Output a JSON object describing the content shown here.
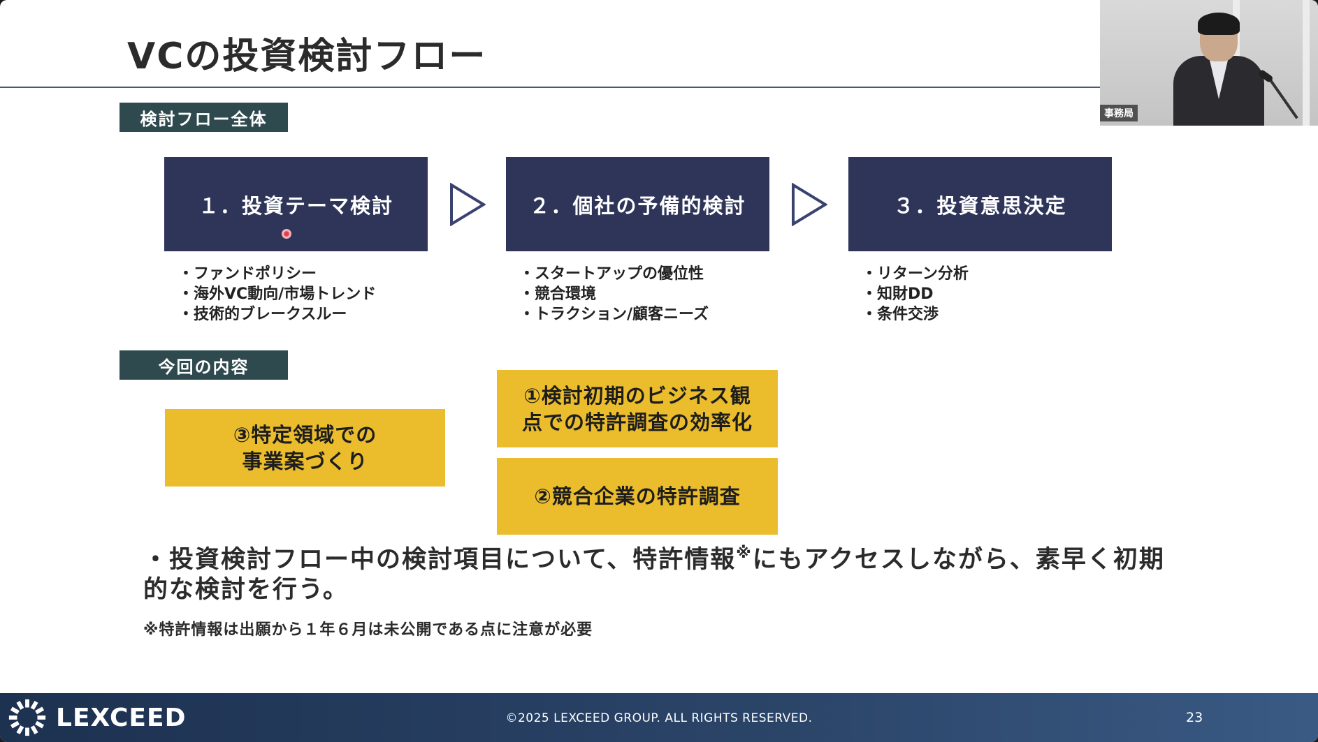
{
  "slide": {
    "title": "VCの投資検討フロー",
    "section1_label": "検討フロー全体",
    "section2_label": "今回の内容",
    "flow": [
      {
        "label": "１．投資テーマ検討",
        "bullets": [
          "ファンドポリシー",
          "海外VC動向/市場トレンド",
          "技術的ブレークスルー"
        ]
      },
      {
        "label": "２．個社の予備的検討",
        "bullets": [
          "スタートアップの優位性",
          "競合環境",
          "トラクション/顧客ニーズ"
        ]
      },
      {
        "label": "３．投資意思決定",
        "bullets": [
          "リターン分析",
          "知財DD",
          "条件交渉"
        ]
      }
    ],
    "content_boxes": {
      "box1": "①検討初期のビジネス観\n点での特許調査の効率化",
      "box2": "②競合企業の特許調査",
      "box3": "③特定領域での\n事業案づくり"
    },
    "main_text_before": "・投資検討フロー中の検討項目について、特許情報",
    "main_text_sup": "※",
    "main_text_after": "にもアクセスしながら、素早く初期的な検討を行う。",
    "footnote": "※特許情報は出願から１年６月は未公開である点に注意が必要"
  },
  "footer": {
    "logo_text": "LEXCEED",
    "copyright": "©2025 LEXCEED GROUP. ALL RIGHTS RESERVED.",
    "page_number": "23"
  },
  "video": {
    "label": "事務局"
  },
  "colors": {
    "navy": "#2e3559",
    "teal_label": "#2f4a4f",
    "yellow": "#ebbd2d",
    "footer": "#1d3150"
  }
}
